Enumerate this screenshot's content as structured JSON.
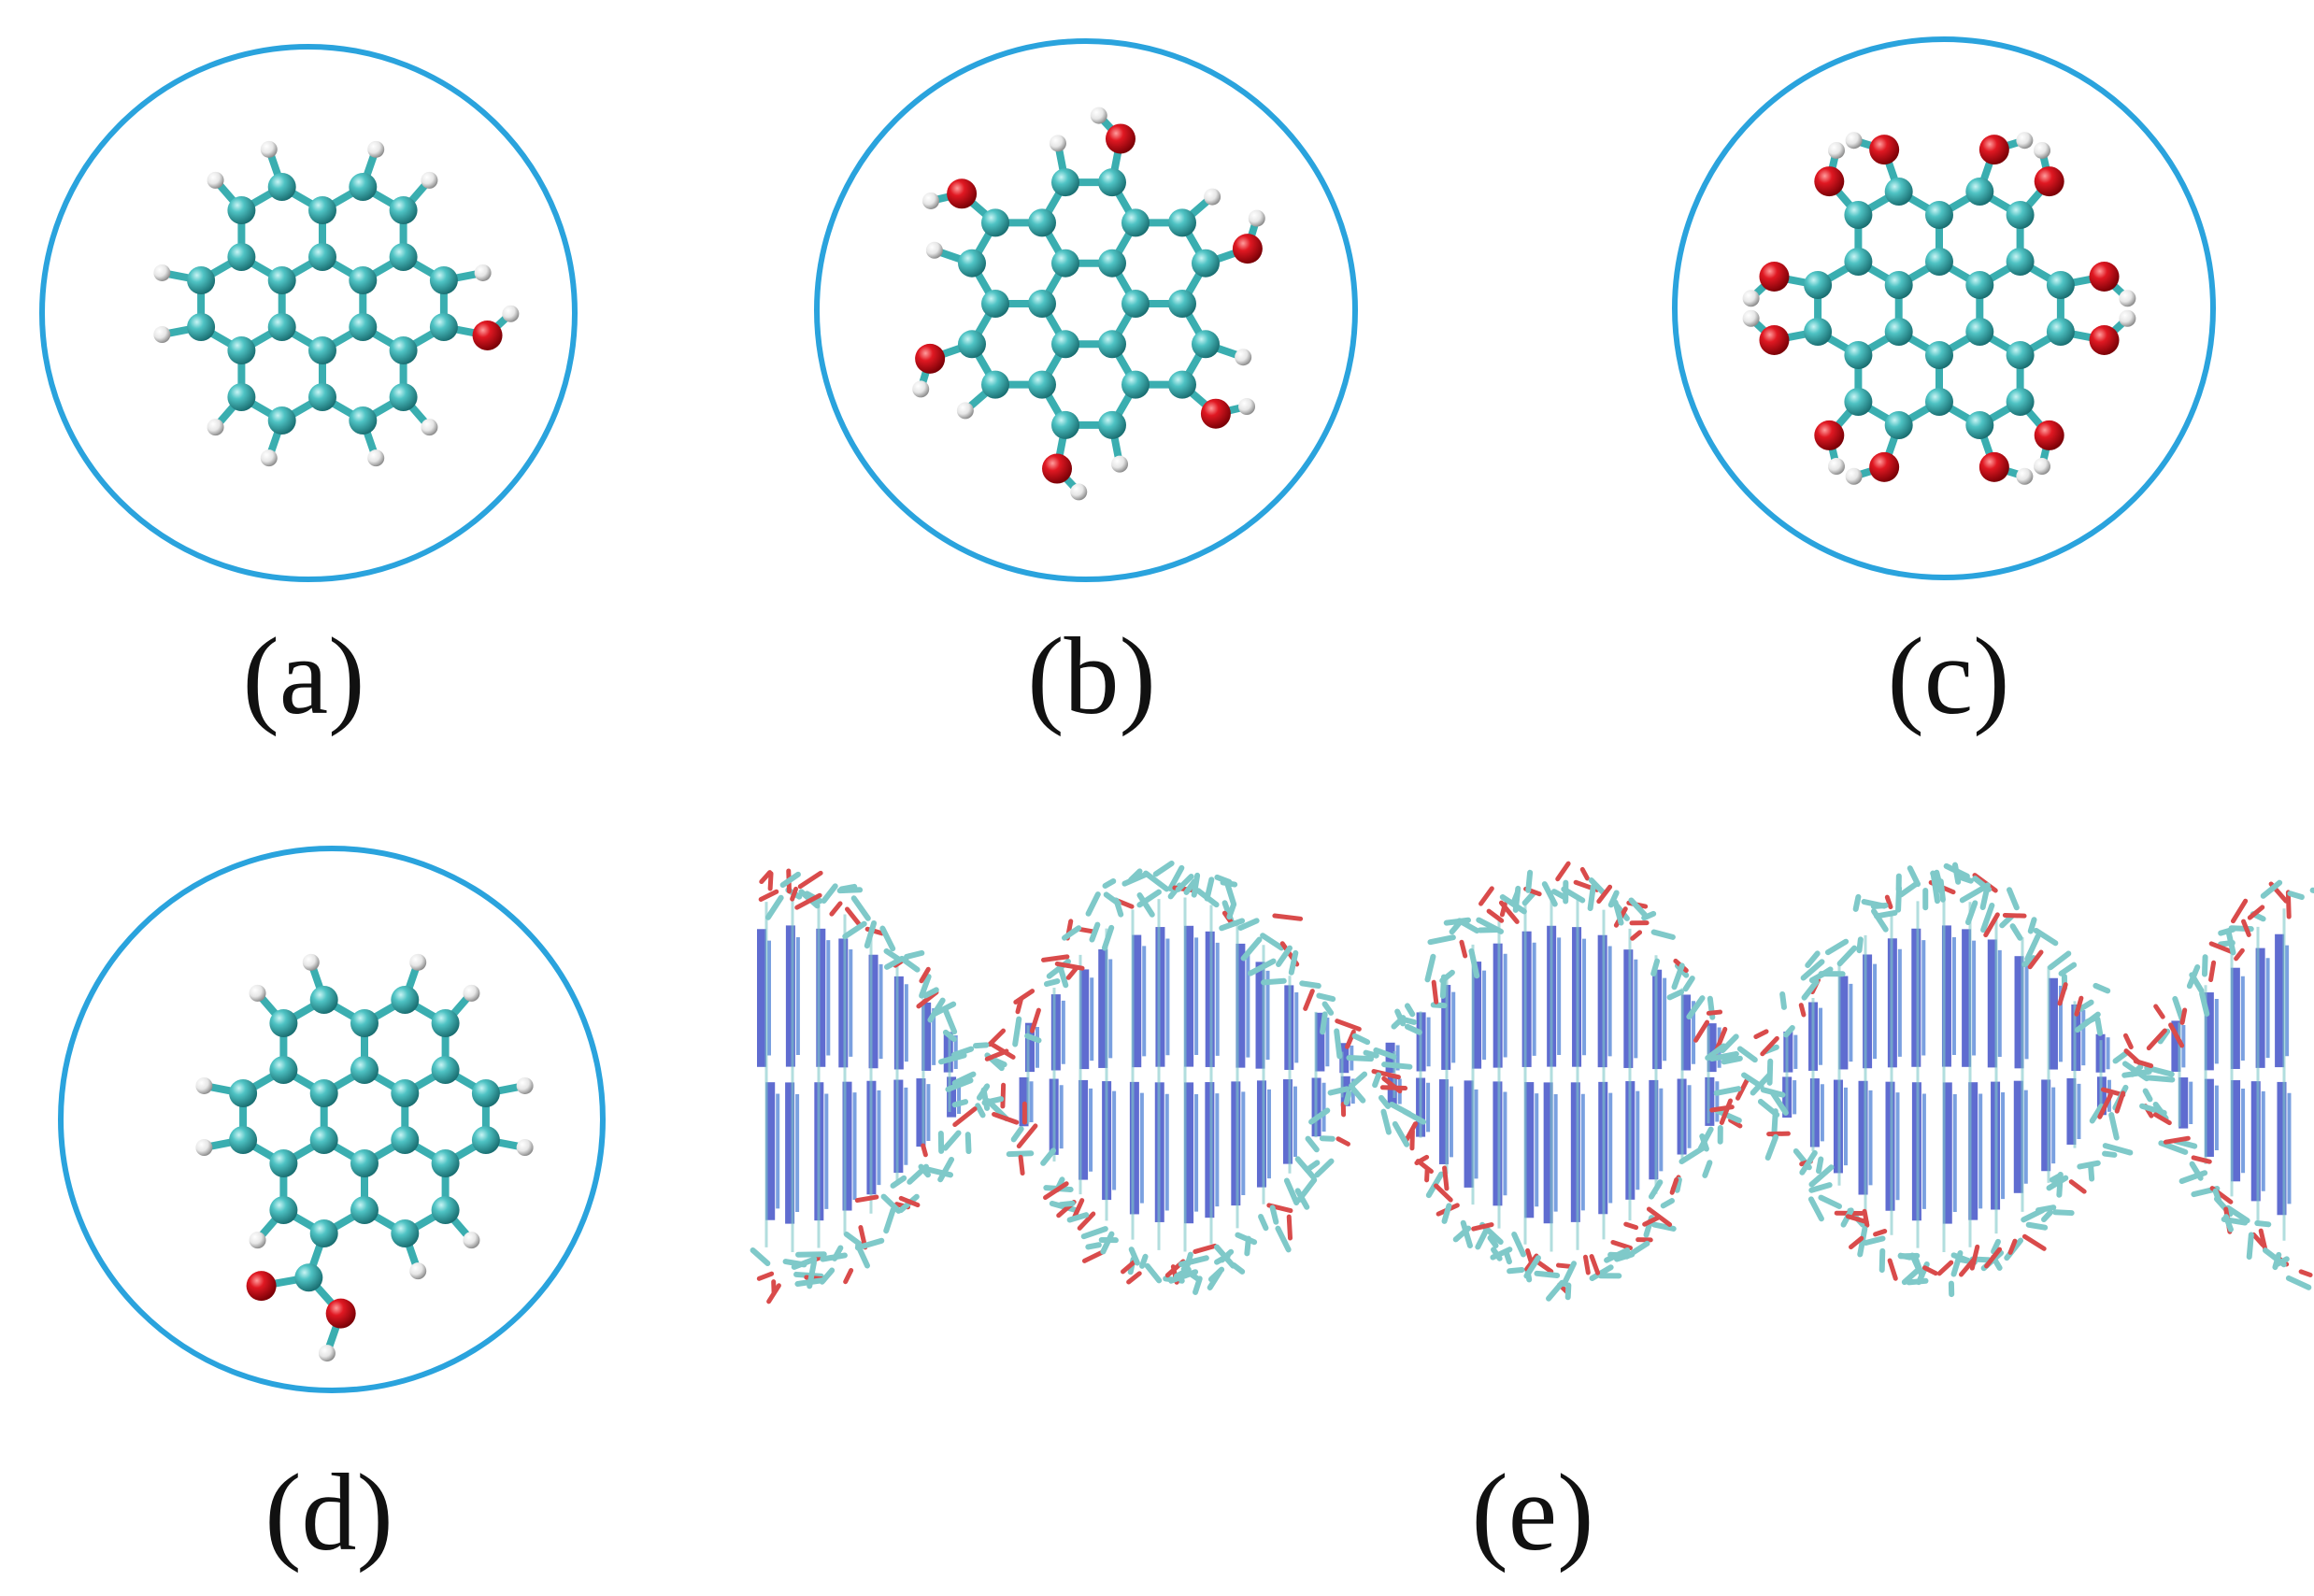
{
  "panels": [
    {
      "id": "a",
      "label": "(a)",
      "kind": "molecule",
      "variant": "mono-hydroxyl"
    },
    {
      "id": "b",
      "label": "(b)",
      "kind": "molecule",
      "variant": "partial-hydroxyl"
    },
    {
      "id": "c",
      "label": "(c)",
      "kind": "molecule",
      "variant": "full-hydroxyl"
    },
    {
      "id": "d",
      "label": "(d)",
      "kind": "molecule",
      "variant": "carboxyl"
    },
    {
      "id": "e",
      "label": "(e)",
      "kind": "dna-helix"
    }
  ],
  "colors": {
    "ring": "#2aa3dd",
    "carbon": "#3cb7b9",
    "carbon_dark": "#1d7e80",
    "oxygen": "#d3101a",
    "hydrogen": "#f2f2f2",
    "bond": "#3aaeb0",
    "dna_backbone": "#7fc9c9",
    "dna_oxygen": "#d94b4b",
    "dna_base": "#4352c8"
  }
}
